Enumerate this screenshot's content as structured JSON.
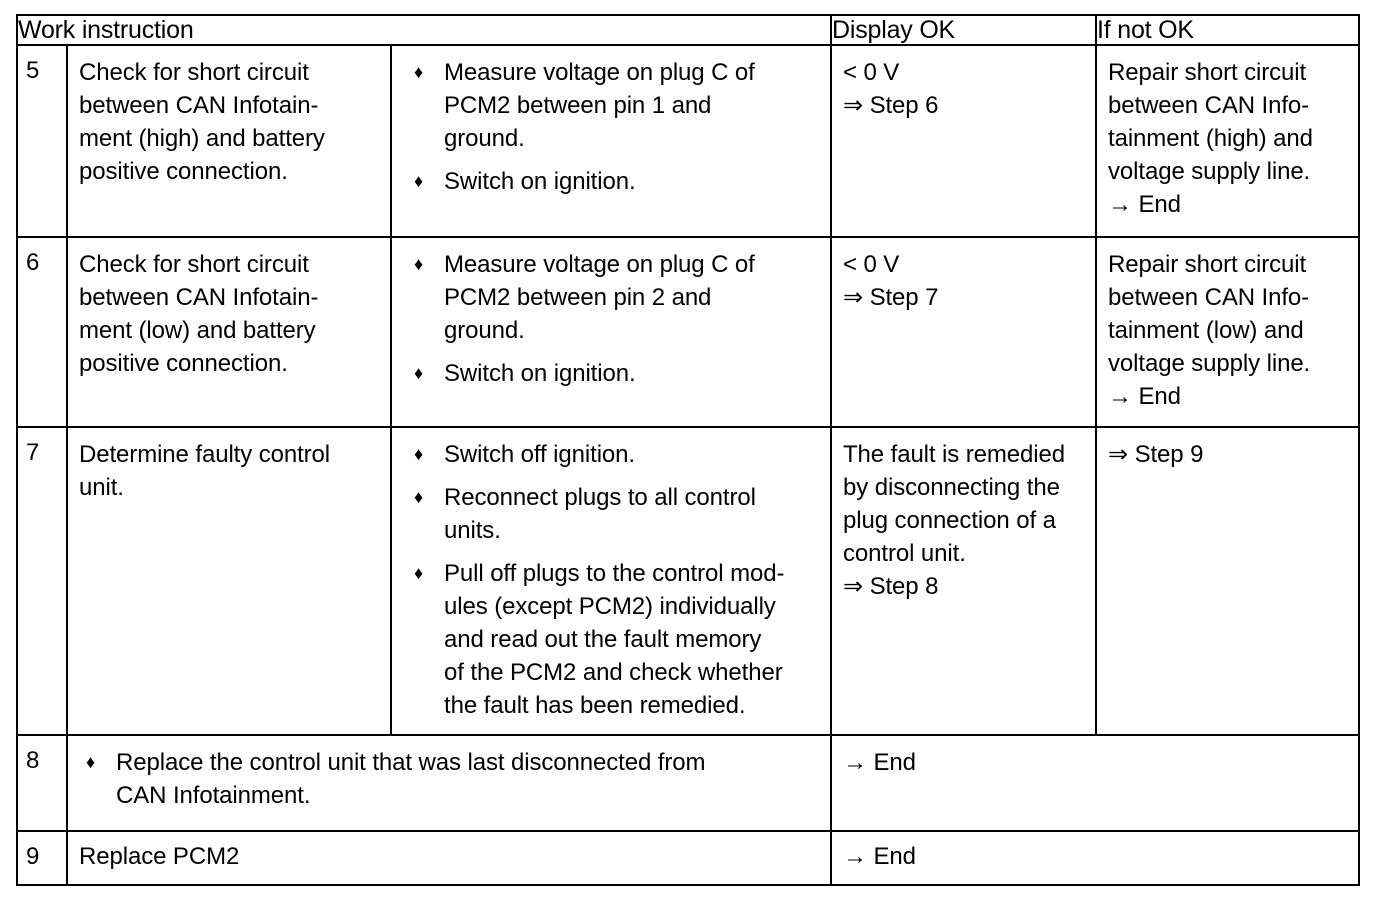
{
  "table": {
    "headers": {
      "number": "",
      "work_instruction": "Work instruction",
      "actions": "",
      "display_ok": "Display OK",
      "if_not_ok": "If not OK"
    },
    "bullet_glyph": "♦",
    "rows": [
      {
        "number": "5",
        "instruction_lines": [
          "Check for short circuit",
          "between CAN Infotain-",
          "ment (high) and battery",
          "positive connection."
        ],
        "actions": [
          [
            "Measure voltage on plug C of",
            "PCM2 between pin 1 and",
            "ground."
          ],
          [
            "Switch on ignition."
          ]
        ],
        "display_ok_lines": [
          "< 0 V",
          "⇒ Step 6"
        ],
        "if_not_ok_lines": [
          "Repair short circuit",
          "between CAN Info-",
          "tainment (high) and",
          "voltage supply line.",
          "→ End"
        ]
      },
      {
        "number": "6",
        "instruction_lines": [
          "Check for short circuit",
          "between CAN Infotain-",
          "ment (low) and battery",
          "positive connection."
        ],
        "actions": [
          [
            "Measure voltage on plug C of",
            "PCM2 between pin 2 and",
            "ground."
          ],
          [
            "Switch on ignition."
          ]
        ],
        "display_ok_lines": [
          "< 0 V",
          "⇒ Step 7"
        ],
        "if_not_ok_lines": [
          "Repair short circuit",
          "between CAN Info-",
          "tainment (low) and",
          "voltage supply line.",
          "→ End"
        ]
      },
      {
        "number": "7",
        "instruction_lines": [
          "Determine faulty control",
          "unit."
        ],
        "actions": [
          [
            "Switch off ignition."
          ],
          [
            "Reconnect plugs to all control",
            "units."
          ],
          [
            "Pull off plugs to the control mod-",
            "ules (except PCM2) individually",
            "and read out the fault memory",
            "of the PCM2 and check whether",
            "the fault has been remedied."
          ]
        ],
        "display_ok_lines": [
          "The fault is remedied",
          "by disconnecting the",
          "plug connection of a",
          "control unit.",
          "⇒ Step 8"
        ],
        "if_not_ok_lines": [
          "⇒ Step 9"
        ]
      },
      {
        "number": "8",
        "actions_wide": [
          [
            "Replace the control unit that was last disconnected from",
            "CAN Infotainment."
          ]
        ],
        "result_lines": [
          "→ End"
        ]
      },
      {
        "number": "9",
        "instruction_lines": [
          "Replace PCM2"
        ],
        "result_lines": [
          "→ End"
        ]
      }
    ]
  }
}
